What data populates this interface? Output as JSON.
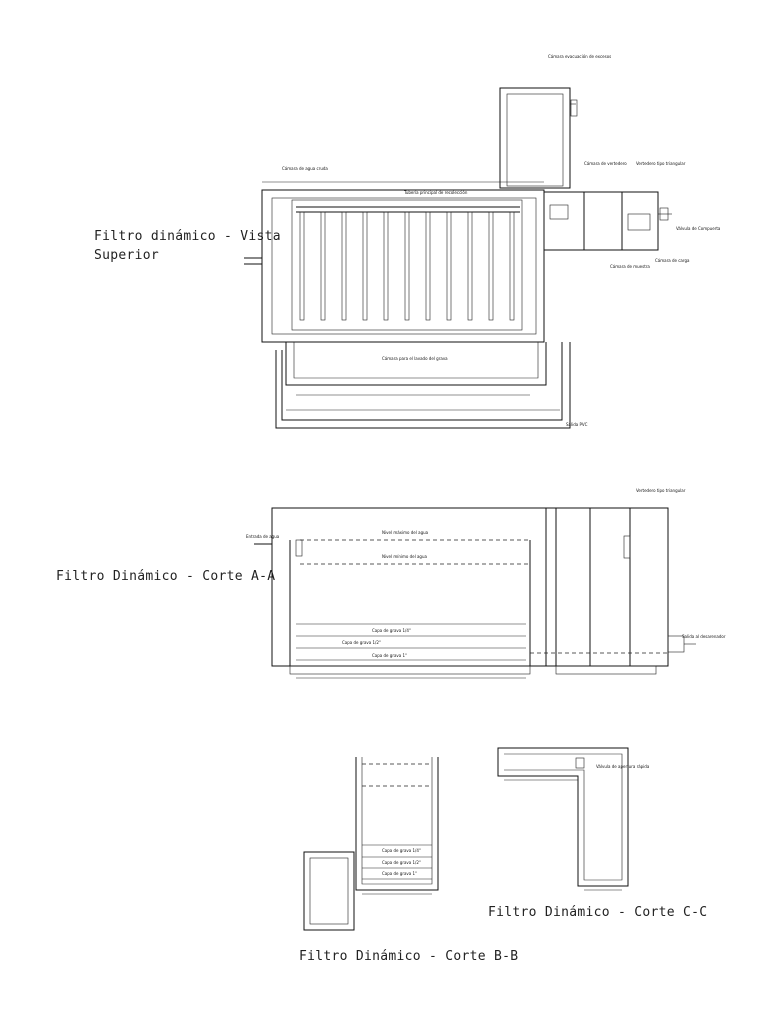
{
  "titles": {
    "top_view_line1": "Filtro dinámico - Vista",
    "top_view_line2": "Superior",
    "section_aa": "Filtro Dinámico - Corte A-A",
    "section_bb": "Filtro Dinámico - Corte B-B",
    "section_cc": "Filtro Dinámico - Corte C-C"
  },
  "labels": {
    "camara_excedente": "Cámara evacuación de excesos",
    "tubo_pvc": "Tubería principal de recolección",
    "camara_agua_cruda": "Cámara de agua cruda",
    "camara_vertedero": "Cámara de vertedero",
    "vertedero_triangular": "Vertedero tipo triangular",
    "camara_de_muestra": "Cámara de muestra",
    "camara_de_carga": "Cámara de carga",
    "camara_lavado": "Cámara para el lavado del grava",
    "salida_pvc": "Salida PVC",
    "valvula_compuerta": "Válvula de Compuerta",
    "entrada_agua": "Entrada de agua",
    "salida_desarenador": "Salida al desarenador",
    "nivel_max": "Nivel máximo del agua",
    "nivel_min": "Nivel mínimo del agua",
    "capa_1": "Capa de grava 1/4\"",
    "capa_2": "Capa de grava 1/2\"",
    "capa_3": "Capa de grava 1\"",
    "valvula_apertura": "Válvula de apertura rápida"
  }
}
